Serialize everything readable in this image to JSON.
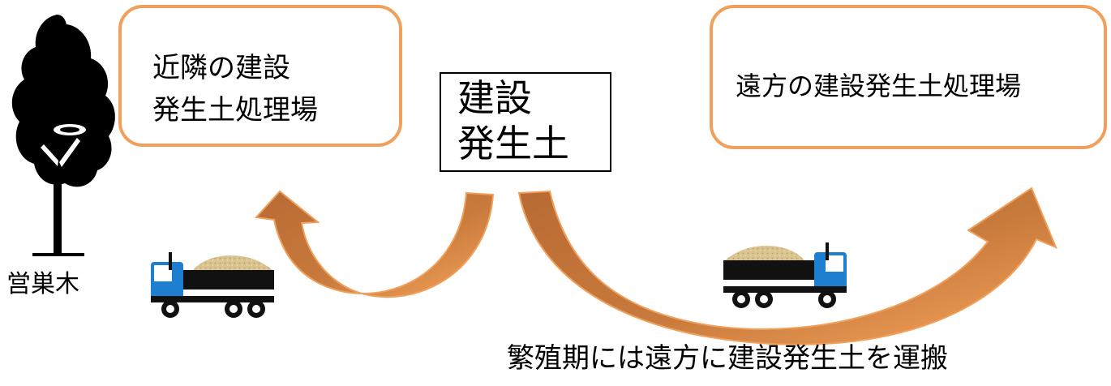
{
  "near_site": {
    "label": "近隣の建設\n発生土処理場"
  },
  "far_site": {
    "label": "遠方の建設発生土処理場"
  },
  "soil": {
    "label": "建設\n発生土"
  },
  "nest_tree": {
    "label": "営巣木"
  },
  "caption": {
    "text": "繁殖期には遠方に建設発生土を運搬"
  },
  "icons": [
    "tree-icon",
    "dump-truck-icon"
  ],
  "colors": {
    "box_border": "#f0a05a",
    "arrow_fill": "#f5a35b",
    "arrow_shadow": "#b86a34",
    "truck_blue": "#1e7fd0",
    "soil_fill": "#d9c38e"
  }
}
